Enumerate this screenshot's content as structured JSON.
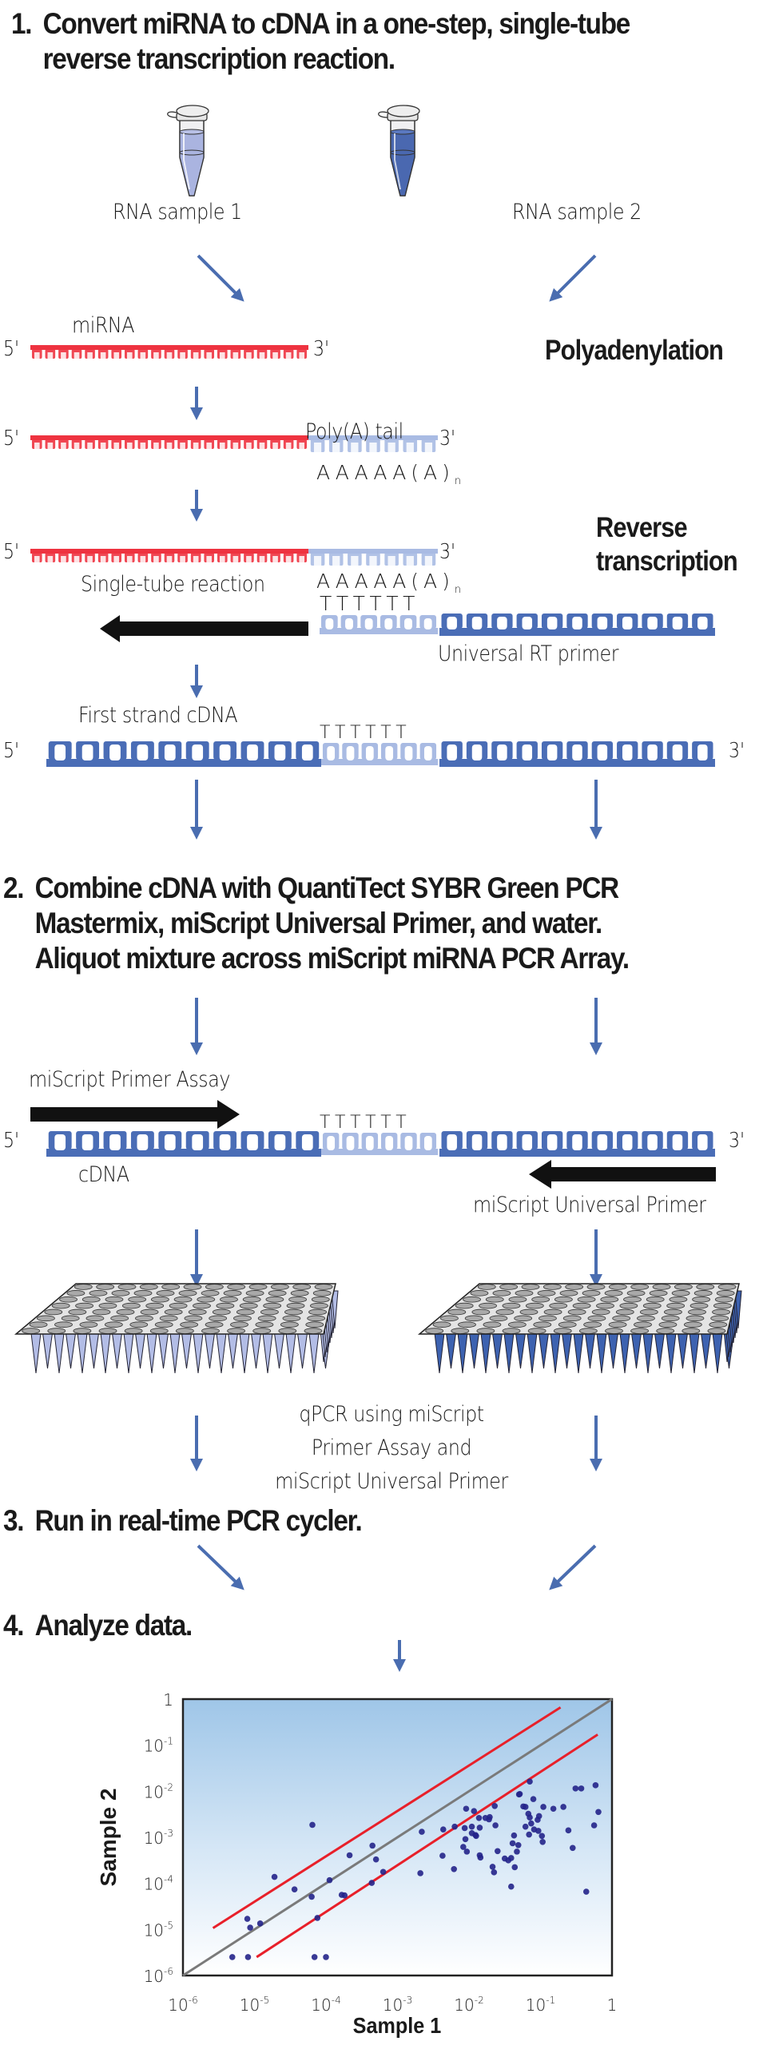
{
  "steps": [
    {
      "number": "1.",
      "lines": [
        "Convert miRNA to cDNA in a one-step, single-tube",
        "reverse transcription reaction."
      ]
    },
    {
      "number": "2.",
      "lines": [
        "Combine cDNA with QuantiTect SYBR Green PCR",
        "Mastermix, miScript Universal Primer, and water.",
        "Aliquot mixture across miScript miRNA PCR Array."
      ]
    },
    {
      "number": "3.",
      "lines": [
        "Run in real-time PCR cycler."
      ]
    },
    {
      "number": "4.",
      "lines": [
        "Analyze data."
      ]
    }
  ],
  "samples": [
    {
      "label": "RNA sample 1",
      "icon": "tube-light-blue-icon",
      "color": "#aab4e0"
    },
    {
      "label": "RNA sample 2",
      "icon": "tube-dark-blue-icon",
      "color": "#4a68b0"
    }
  ],
  "phases": {
    "polyadenylation": "Polyadenylation",
    "reverse_transcription": [
      "Reverse",
      "transcription"
    ]
  },
  "labels": {
    "mirna": "miRNA",
    "five_prime": "5'",
    "three_prime": "3'",
    "polya_tail": "Poly(A) tail",
    "polya_seq": "AAAAA(A)",
    "polya_sub": "n",
    "polyt_seq": "TTTTTT",
    "single_tube": "Single-tube reaction",
    "universal_rt": "Universal RT primer",
    "first_strand": "First strand cDNA",
    "primer_assay": "miScript Primer Assay",
    "cdna": "cDNA",
    "universal_primer": "miScript Universal Primer",
    "qpcr_note": [
      "qPCR using miScript",
      "Primer Assay and",
      "miScript Universal Primer"
    ]
  },
  "colors": {
    "arrow": "#4a6db0",
    "mirna_red": "#ee3340",
    "polya_light": "#a9bbe3",
    "cdna_blue": "#4a6db6",
    "fit_line": "#7a7a7a",
    "threshold_red": "#e8202a",
    "point": "#23238a",
    "plot_bg_top": "#9fc6e8",
    "plot_bg_bottom": "#ffffff"
  },
  "plates": [
    {
      "name": "sample-1-plate",
      "well_color": "#b3bde6"
    },
    {
      "name": "sample-2-plate",
      "well_color": "#3d62b0"
    }
  ],
  "chart_data": {
    "type": "scatter",
    "title": "",
    "xlabel": "Sample 1",
    "ylabel": "Sample 2",
    "scale": "log10",
    "xlim_log10": [
      -6,
      0
    ],
    "ylim_log10": [
      -6,
      0
    ],
    "xtick_labels": [
      {
        "base": "10",
        "exp": "-6"
      },
      {
        "base": "10",
        "exp": "-5"
      },
      {
        "base": "10",
        "exp": "-4"
      },
      {
        "base": "10",
        "exp": "-3"
      },
      {
        "base": "10",
        "exp": "-2"
      },
      {
        "base": "10",
        "exp": "-1"
      },
      {
        "base": "1",
        "exp": ""
      }
    ],
    "ytick_labels": [
      {
        "base": "1",
        "exp": ""
      },
      {
        "base": "10",
        "exp": "-1"
      },
      {
        "base": "10",
        "exp": "-2"
      },
      {
        "base": "10",
        "exp": "-3"
      },
      {
        "base": "10",
        "exp": "-4"
      },
      {
        "base": "10",
        "exp": "-5"
      },
      {
        "base": "10",
        "exp": "-6"
      }
    ],
    "grid": false,
    "legend": "none",
    "diagonal_fit": {
      "from": [
        -6,
        -6
      ],
      "to": [
        0,
        0
      ]
    },
    "thresholds": [
      {
        "name": "upper",
        "from": [
          -5.58,
          -4.97
        ],
        "to": [
          -0.72,
          -0.18
        ]
      },
      {
        "name": "lower",
        "from": [
          -4.97,
          -5.6
        ],
        "to": [
          -0.2,
          -0.77
        ]
      }
    ],
    "points_log10": [
      [
        -5.31,
        -5.6
      ],
      [
        -5.09,
        -5.6
      ],
      [
        -4.16,
        -5.6
      ],
      [
        -4.0,
        -5.6
      ],
      [
        -5.1,
        -4.77
      ],
      [
        -5.06,
        -4.96
      ],
      [
        -4.92,
        -4.87
      ],
      [
        -4.72,
        -3.86
      ],
      [
        -4.44,
        -4.13
      ],
      [
        -4.2,
        -4.29
      ],
      [
        -4.12,
        -4.75
      ],
      [
        -3.95,
        -3.93
      ],
      [
        -3.78,
        -4.25
      ],
      [
        -3.74,
        -4.26
      ],
      [
        -4.19,
        -2.73
      ],
      [
        -3.67,
        -3.39
      ],
      [
        -3.35,
        -3.18
      ],
      [
        -3.3,
        -3.48
      ],
      [
        -3.36,
        -3.99
      ],
      [
        -3.2,
        -3.75
      ],
      [
        -2.68,
        -3.78
      ],
      [
        -2.37,
        -3.4
      ],
      [
        -2.21,
        -3.69
      ],
      [
        -2.03,
        -3.31
      ],
      [
        -1.9,
        -2.97
      ],
      [
        -2.66,
        -2.88
      ],
      [
        -2.36,
        -2.83
      ],
      [
        -2.2,
        -2.77
      ],
      [
        -2.04,
        -2.38
      ],
      [
        -1.93,
        -2.43
      ],
      [
        -2.08,
        -3.21
      ],
      [
        -1.96,
        -2.91
      ],
      [
        -1.86,
        -2.58
      ],
      [
        -1.85,
        -3.39
      ],
      [
        -1.77,
        -2.58
      ],
      [
        -1.72,
        -2.61
      ],
      [
        -1.71,
        -2.56
      ],
      [
        -1.64,
        -2.32
      ],
      [
        -2.06,
        -2.8
      ],
      [
        -2.05,
        -3.04
      ],
      [
        -1.96,
        -2.77
      ],
      [
        -1.91,
        -2.95
      ],
      [
        -1.85,
        -2.79
      ],
      [
        -1.63,
        -2.74
      ],
      [
        -1.6,
        -3.3
      ],
      [
        -1.84,
        -3.44
      ],
      [
        -1.67,
        -3.64
      ],
      [
        -1.65,
        -3.76
      ],
      [
        -1.41,
        -4.07
      ],
      [
        -1.5,
        -3.46
      ],
      [
        -1.45,
        -3.5
      ],
      [
        -1.36,
        -3.65
      ],
      [
        -1.33,
        -3.31
      ],
      [
        -1.31,
        -3.17
      ],
      [
        -1.24,
        -2.33
      ],
      [
        -1.17,
        -2.49
      ],
      [
        -1.15,
        -2.57
      ],
      [
        -1.3,
        -2.07
      ],
      [
        -1.29,
        -2.06
      ],
      [
        -1.15,
        -1.79
      ],
      [
        -1.1,
        -2.17
      ],
      [
        -1.13,
        -2.7
      ],
      [
        -1.21,
        -2.77
      ],
      [
        -1.16,
        -2.94
      ],
      [
        -1.09,
        -2.83
      ],
      [
        -1.03,
        -2.86
      ],
      [
        -0.97,
        -3.1
      ],
      [
        -1.37,
        -2.96
      ],
      [
        -1.39,
        -3.13
      ],
      [
        -1.41,
        -3.45
      ],
      [
        -0.96,
        -2.34
      ],
      [
        -0.82,
        -2.38
      ],
      [
        -0.68,
        -2.34
      ],
      [
        -0.51,
        -1.94
      ],
      [
        -0.43,
        -1.94
      ],
      [
        -0.23,
        -1.87
      ],
      [
        -0.19,
        -2.45
      ],
      [
        -0.25,
        -2.74
      ],
      [
        -0.61,
        -2.85
      ],
      [
        -0.55,
        -3.23
      ],
      [
        -1.21,
        -2.34
      ],
      [
        -1.02,
        -2.54
      ],
      [
        -1.04,
        -2.62
      ],
      [
        -0.98,
        -2.97
      ],
      [
        -0.36,
        -4.18
      ]
    ]
  }
}
